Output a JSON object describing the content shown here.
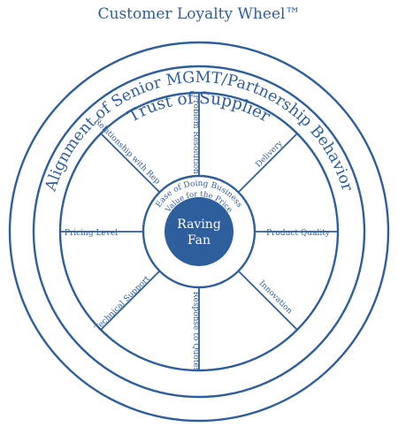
{
  "title": "Customer Loyalty Wheel™",
  "outer_ring_label": "Trust of Supplier",
  "middle_ring_label": "Alignment of Senior MGMT/Partnership Behavior",
  "hub_ring_labels": {
    "top": "Ease of Doing Business",
    "bottom": "Value for the Price"
  },
  "hub": {
    "line1": "Raving",
    "line2": "Fan"
  },
  "spokes": {
    "top": "Problem Resolution",
    "top_right": "Delivery",
    "right": "Product Quality",
    "bottom_right": "Innovation",
    "bottom": "Response to Quotes",
    "bottom_left": "Technical Support",
    "left": "Pricing Level",
    "top_left": "Relationship with Rep"
  },
  "colors": {
    "line": "#2f5e9c",
    "hub_fill": "#2f5e9c",
    "background": "#ffffff"
  }
}
